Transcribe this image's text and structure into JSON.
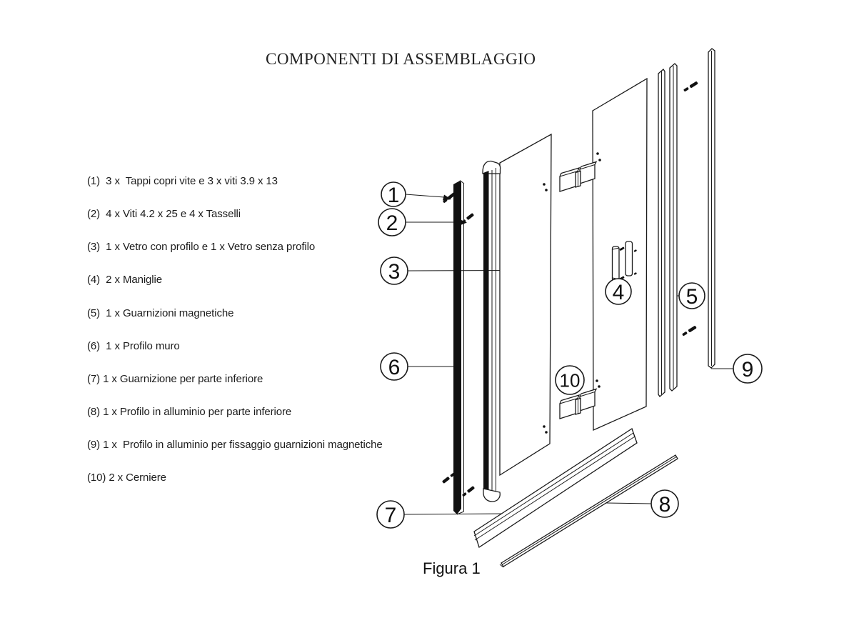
{
  "title": "COMPONENTI DI ASSEMBLAGGIO",
  "figure_caption": "Figura 1",
  "parts_list": [
    "(1)  3 x  Tappi copri vite e 3 x viti 3.9 x 13",
    "(2)  4 x Viti 4.2 x 25 e 4 x Tasselli",
    "(3)  1 x Vetro con profilo e 1 x Vetro senza profilo",
    "(4)  2 x Maniglie",
    "(5)  1 x Guarnizioni magnetiche",
    "(6)  1 x Profilo muro",
    "(7) 1 x Guarnizione per parte inferiore",
    "(8) 1 x Profilo in alluminio per parte inferiore",
    "(9) 1 x  Profilo in alluminio per fissaggio guarnizioni magnetiche",
    "(10) 2 x Cerniere"
  ],
  "callouts": {
    "c1": "1",
    "c2": "2",
    "c3": "3",
    "c4": "4",
    "c5": "5",
    "c6": "6",
    "c7": "7",
    "c8": "8",
    "c9": "9",
    "c10": "10"
  },
  "colors": {
    "line": "#1a1a1a",
    "background": "#ffffff"
  }
}
